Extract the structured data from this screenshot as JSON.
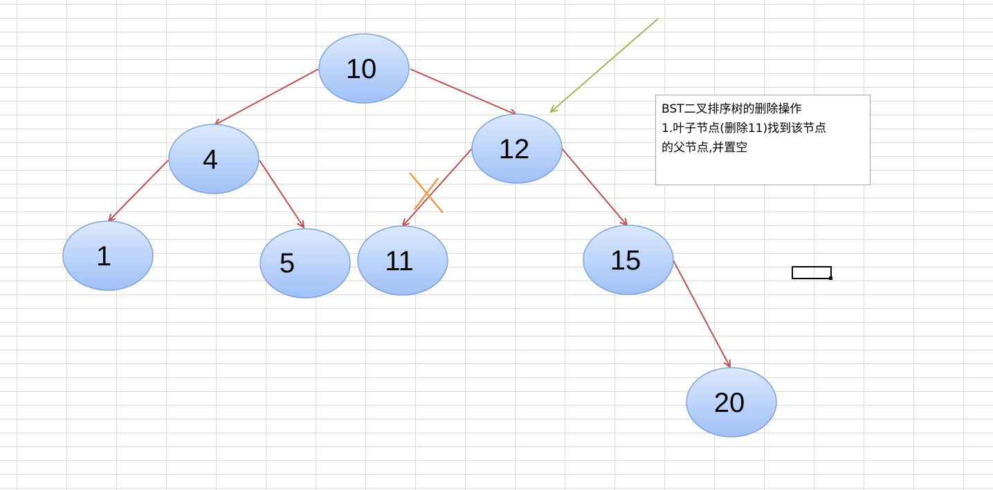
{
  "diagram": {
    "nodes": [
      {
        "id": "n10",
        "label": "10"
      },
      {
        "id": "n4",
        "label": "4"
      },
      {
        "id": "n12",
        "label": "12"
      },
      {
        "id": "n1",
        "label": "1"
      },
      {
        "id": "n5",
        "label": "5"
      },
      {
        "id": "n11",
        "label": "11"
      },
      {
        "id": "n15",
        "label": "15"
      },
      {
        "id": "n20",
        "label": "20"
      }
    ],
    "edges": [
      {
        "from": "10",
        "to": "4"
      },
      {
        "from": "10",
        "to": "12"
      },
      {
        "from": "4",
        "to": "1"
      },
      {
        "from": "4",
        "to": "5"
      },
      {
        "from": "12",
        "to": "11",
        "crossed_out": true
      },
      {
        "from": "12",
        "to": "15"
      },
      {
        "from": "15",
        "to": "20"
      }
    ],
    "colors": {
      "node_fill_top": "#dce9fc",
      "node_fill_bottom": "#9fc0f8",
      "node_stroke": "#7fa3d6",
      "edge": "#c0504d",
      "pointer_arrow": "#9bbb59",
      "cross_mark": "#f79646"
    }
  },
  "note": {
    "lines": [
      "BST二叉排序树的删除操作",
      "1.叶子节点(删除11)找到该节点",
      "的父节点,并置空"
    ]
  }
}
